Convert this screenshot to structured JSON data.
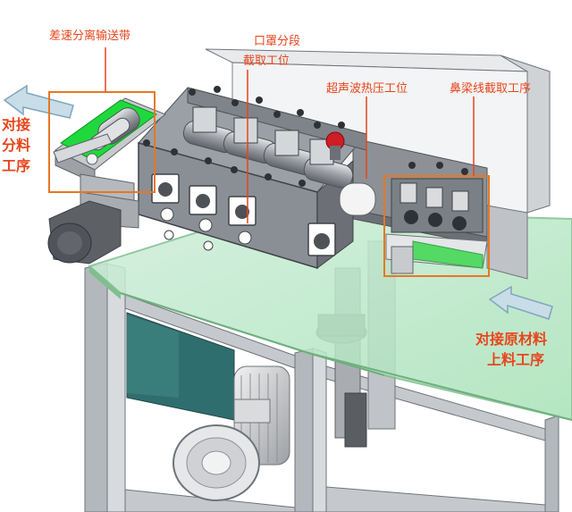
{
  "labels": {
    "belt": "差速分离输送带",
    "mask_cut_line1": "口罩分段",
    "mask_cut_line2": "截取工位",
    "ultrasonic": "超声波热压工位",
    "nose_wire": "鼻梁线截取工序",
    "connect_split": [
      "对接",
      "分料",
      "工序"
    ],
    "connect_raw": [
      "对接原材料",
      "上料工序"
    ]
  },
  "colors": {
    "annotation": "#e8451c",
    "frame_orange": "#e87722",
    "arrow_blue": "#c8dde8",
    "glass_green": "#9fe0a8",
    "belt_green": "#1fd93c",
    "steel": "#b9bdc2",
    "dark_steel": "#6c7076"
  }
}
